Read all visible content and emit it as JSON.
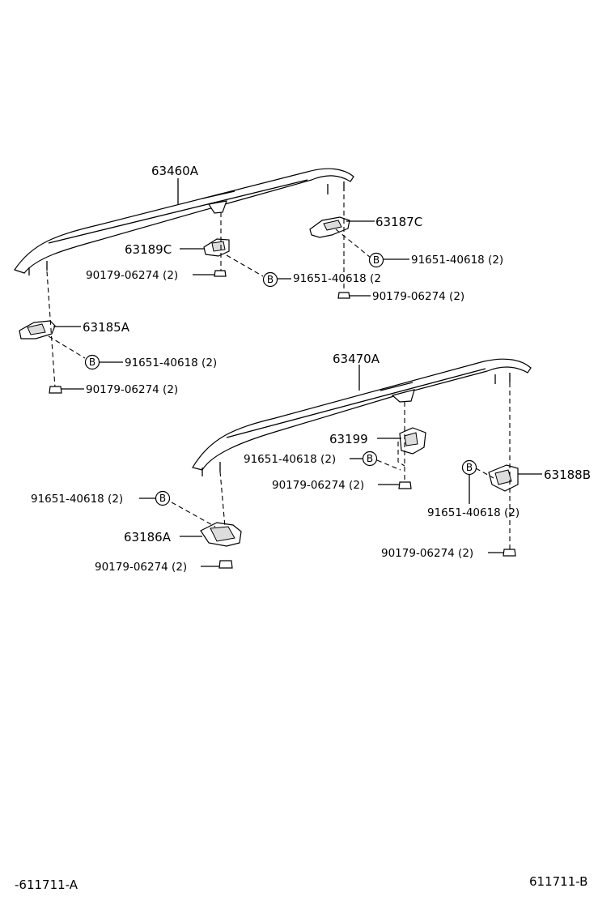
{
  "labels": {
    "rail_left": "63460A",
    "rail_right": "63470A",
    "bracket_63187C": "63187C",
    "bracket_63189C": "63189C",
    "bracket_63185A": "63185A",
    "bracket_63199": "63199",
    "bracket_63188B": "63188B",
    "bracket_63186A": "63186A",
    "screw_1": "91651-40618 (2)",
    "screw_2": "91651-40618 (2",
    "screw_3": "91651-40618 (2)",
    "screw_4": "91651-40618 (2)",
    "screw_5": "91651-40618 (2)",
    "screw_6": "91651-40618 (2)",
    "nut_1": "90179-06274 (2)",
    "nut_2": "90179-06274 (2)",
    "nut_3": "90179-06274 (2)",
    "nut_4": "90179-06274 (2)",
    "nut_5": "90179-06274 (2)",
    "nut_6": "90179-06274 (2)",
    "ref_mark": "B"
  },
  "footer": {
    "left_code": "-611711-A",
    "right_code": "611711-B"
  }
}
